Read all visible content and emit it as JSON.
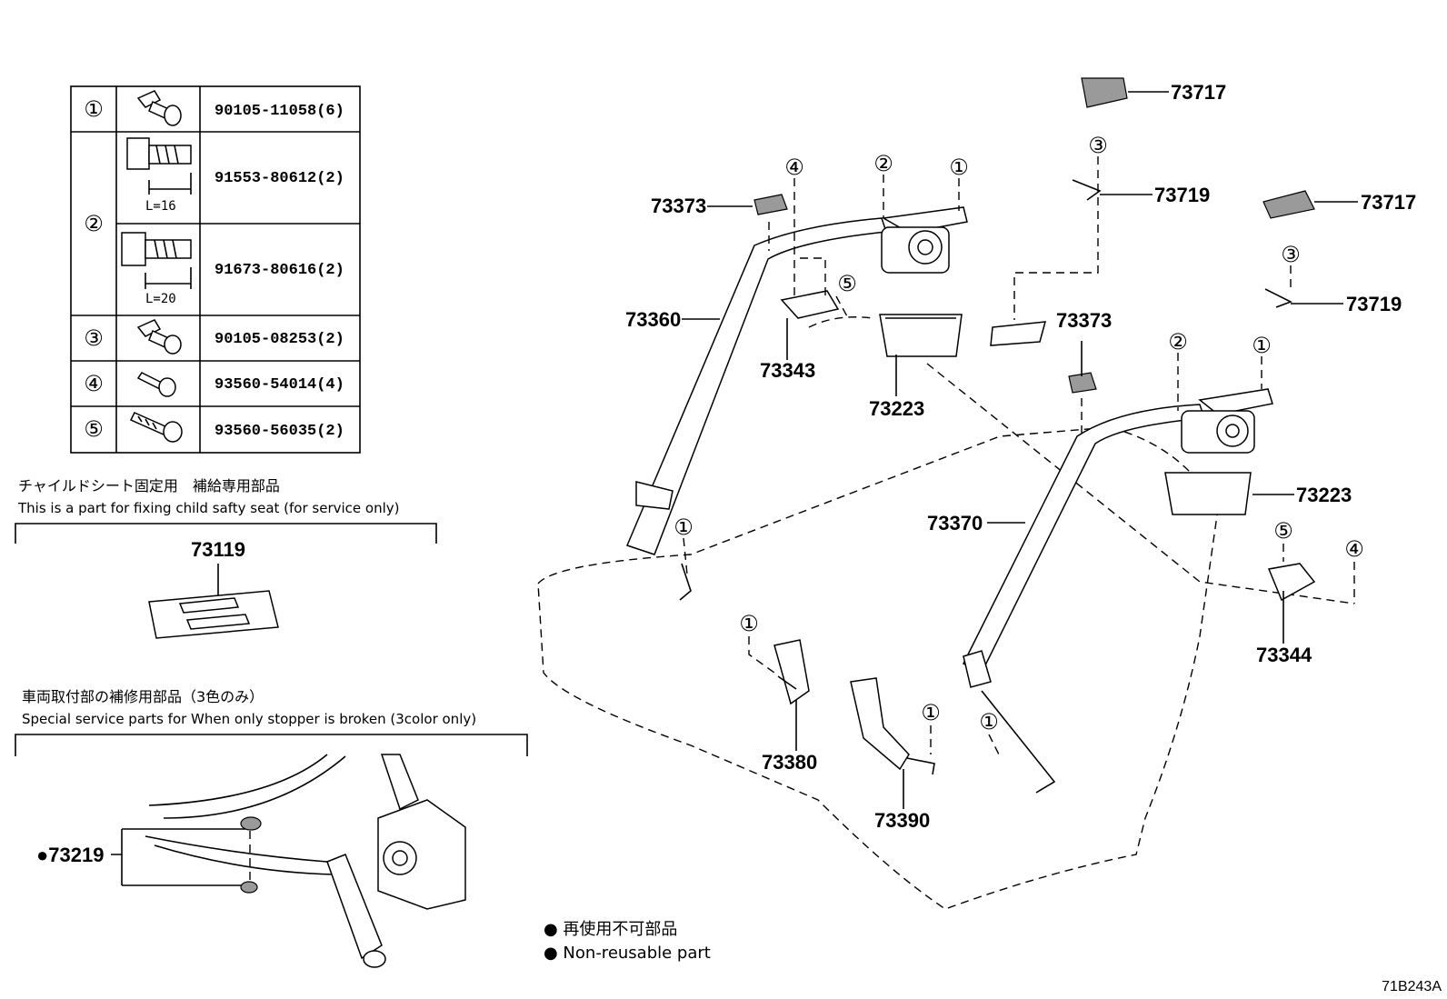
{
  "fastener_table": {
    "rows": [
      {
        "callout": "①",
        "parts": [
          "90105-11058(6)"
        ]
      },
      {
        "callout": "②",
        "parts": [
          "91553-80612(2)",
          "91673-80616(2)"
        ],
        "lengths": [
          "L=16",
          "L=20"
        ]
      },
      {
        "callout": "③",
        "parts": [
          "90105-08253(2)"
        ]
      },
      {
        "callout": "④",
        "parts": [
          "93560-54014(4)"
        ]
      },
      {
        "callout": "⑤",
        "parts": [
          "93560-56035(2)"
        ]
      }
    ]
  },
  "child_seat_note": {
    "jp": "チャイルドシート固定用　補給専用部品",
    "en": "This is a part for fixing child safty seat (for service only)",
    "part": "73119"
  },
  "stopper_note": {
    "jp": "車両取付部の補修用部品（3色のみ）",
    "en": "Special service parts for When only stopper is broken (3color only)",
    "part": "●73219"
  },
  "part_labels": {
    "p73717a": "73717",
    "p73719a": "73719",
    "p73717b": "73717",
    "p73719b": "73719",
    "p73373a": "73373",
    "p73373b": "73373",
    "p73360": "73360",
    "p73343": "73343",
    "p73223a": "73223",
    "p73223b": "73223",
    "p73370": "73370",
    "p73344": "73344",
    "p73380": "73380",
    "p73390": "73390"
  },
  "callouts": [
    "①",
    "②",
    "③",
    "④",
    "⑤"
  ],
  "legend": {
    "jp": "● 再使用不可部品",
    "en": "● Non-reusable part"
  },
  "diagram_code": "71B243A"
}
